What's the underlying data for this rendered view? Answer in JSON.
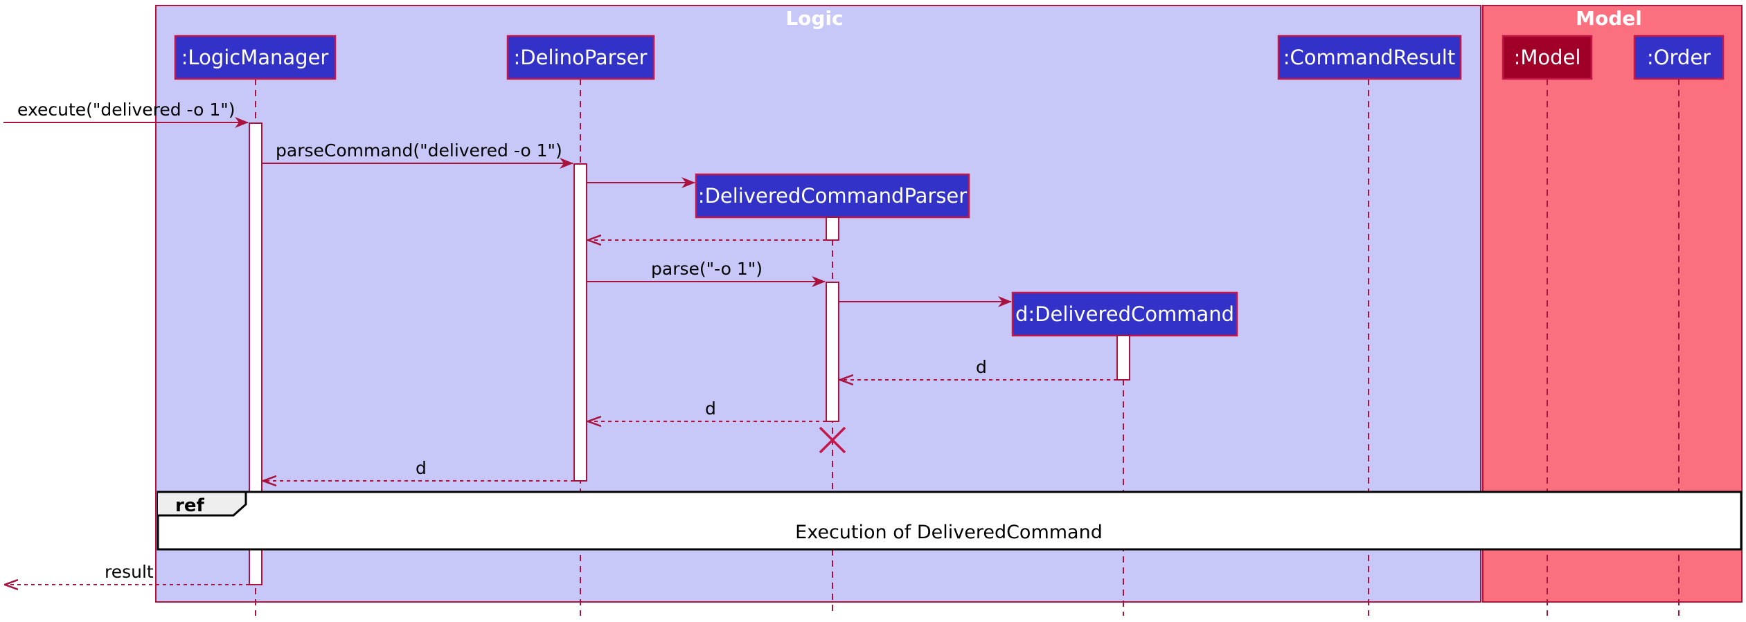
{
  "boxes": {
    "logic": "Logic",
    "model": "Model"
  },
  "participants": {
    "logic_manager": ":LogicManager",
    "delino_parser": ":DelinoParser",
    "delivered_command_parser": ":DeliveredCommandParser",
    "delivered_command": "d:DeliveredCommand",
    "command_result": ":CommandResult",
    "model": ":Model",
    "order": ":Order"
  },
  "messages": {
    "execute": "execute(\"delivered -o 1\")",
    "parse_command": "parseCommand(\"delivered -o 1\")",
    "parse": "parse(\"-o 1\")",
    "return_d_1": "d",
    "return_d_2": "d",
    "return_d_3": "d",
    "result": "result"
  },
  "ref": {
    "tag": "ref",
    "text": "Execution of DeliveredCommand"
  },
  "colors": {
    "logic_fill": "#c8c8f8",
    "model_fill": "#fa707e",
    "box_border": "#b5133c",
    "participant_fill": "#3232c8",
    "model_participant_fill": "#a00028",
    "arrow": "#a8123e",
    "lifeline": "#a8123e"
  }
}
